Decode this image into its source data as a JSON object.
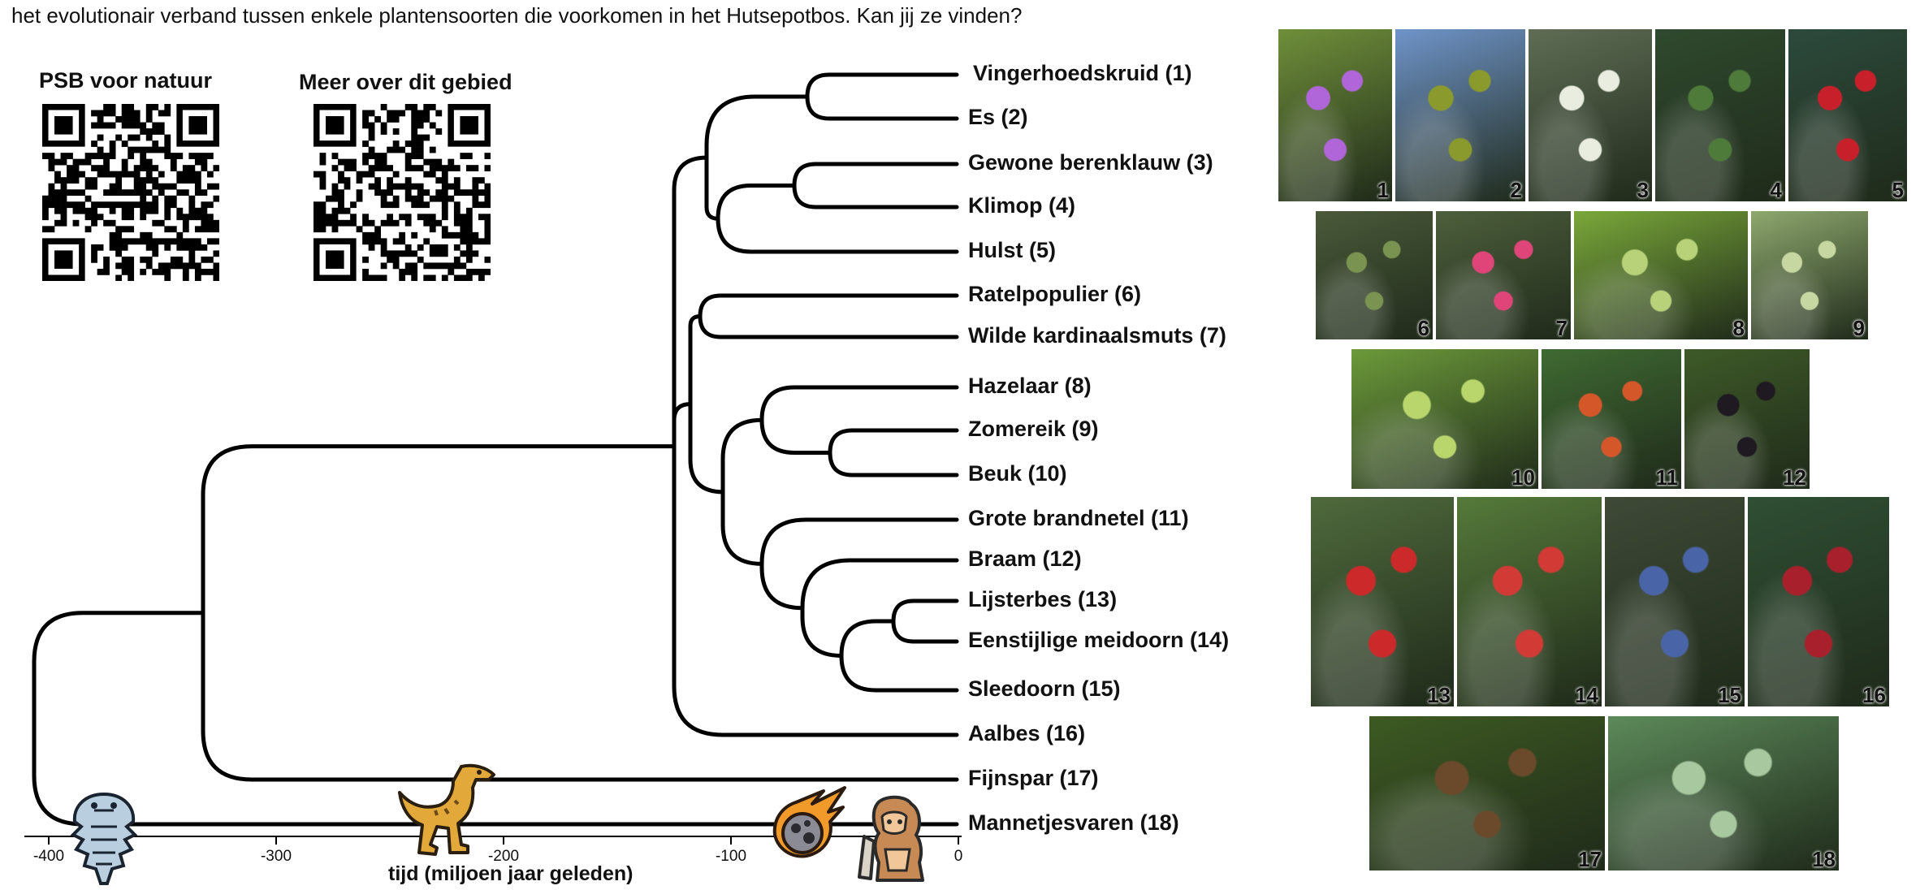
{
  "intro_text": "het evolutionair verband tussen enkele plantensoorten die voorkomen in het Hutsepotbos. Kan jij ze vinden?",
  "qr_codes": [
    {
      "title": "PSB voor natuur"
    },
    {
      "title": "Meer over dit gebied"
    }
  ],
  "species": [
    {
      "label": "Vingerhoedskruid (1)"
    },
    {
      "label": "Es (2)"
    },
    {
      "label": "Gewone berenklauw (3)"
    },
    {
      "label": "Klimop (4)"
    },
    {
      "label": "Hulst (5)"
    },
    {
      "label": "Ratelpopulier (6)"
    },
    {
      "label": "Wilde kardinaalsmuts (7)"
    },
    {
      "label": "Hazelaar (8)"
    },
    {
      "label": "Zomereik (9)"
    },
    {
      "label": "Beuk (10)"
    },
    {
      "label": "Grote brandnetel (11)"
    },
    {
      "label": "Braam (12)"
    },
    {
      "label": "Lijsterbes (13)"
    },
    {
      "label": "Eenstijlige meidoorn (14)"
    },
    {
      "label": "Sleedoorn (15)"
    },
    {
      "label": "Aalbes (16)"
    },
    {
      "label": "Fijnspar (17)"
    },
    {
      "label": "Mannetjesvaren (18)"
    }
  ],
  "axis": {
    "label": "tijd (miljoen jaar geleden)",
    "ticks": [
      "-400",
      "-300",
      "-200",
      "-100",
      "0"
    ]
  },
  "photos": [
    {
      "number": "1",
      "color": "#6f8f3a",
      "accent": "#b066d8"
    },
    {
      "number": "2",
      "color": "#6f94c9",
      "accent": "#8a9a2c"
    },
    {
      "number": "3",
      "color": "#5f6d55",
      "accent": "#e8ede0"
    },
    {
      "number": "4",
      "color": "#2f4a2e",
      "accent": "#4e7a3a"
    },
    {
      "number": "5",
      "color": "#2c4a3c",
      "accent": "#c8202a"
    },
    {
      "number": "6",
      "color": "#4a5a3a",
      "accent": "#7a9350"
    },
    {
      "number": "7",
      "color": "#4d5f3c",
      "accent": "#e0457a"
    },
    {
      "number": "8",
      "color": "#7aa83a",
      "accent": "#b8d27a"
    },
    {
      "number": "9",
      "color": "#8ea86e",
      "accent": "#c6d7a2"
    },
    {
      "number": "10",
      "color": "#6c9a3a",
      "accent": "#b8d66c"
    },
    {
      "number": "11",
      "color": "#3f6a32",
      "accent": "#d4572a"
    },
    {
      "number": "12",
      "color": "#3e5a28",
      "accent": "#1f1a22"
    },
    {
      "number": "13",
      "color": "#4f6a3c",
      "accent": "#cc2a2a"
    },
    {
      "number": "14",
      "color": "#557a3a",
      "accent": "#d23a36"
    },
    {
      "number": "15",
      "color": "#3e4a36",
      "accent": "#4a64a8"
    },
    {
      "number": "16",
      "color": "#2f4f34",
      "accent": "#a8202c"
    },
    {
      "number": "17",
      "color": "#3d5a22",
      "accent": "#6a4a2a"
    },
    {
      "number": "18",
      "color": "#5c8a5a",
      "accent": "#a8c8a0"
    }
  ],
  "icons": {
    "trilobite": "trilobite-icon",
    "dinosaur": "dinosaur-icon",
    "meteor": "meteor-icon",
    "caveman": "caveman-icon"
  }
}
